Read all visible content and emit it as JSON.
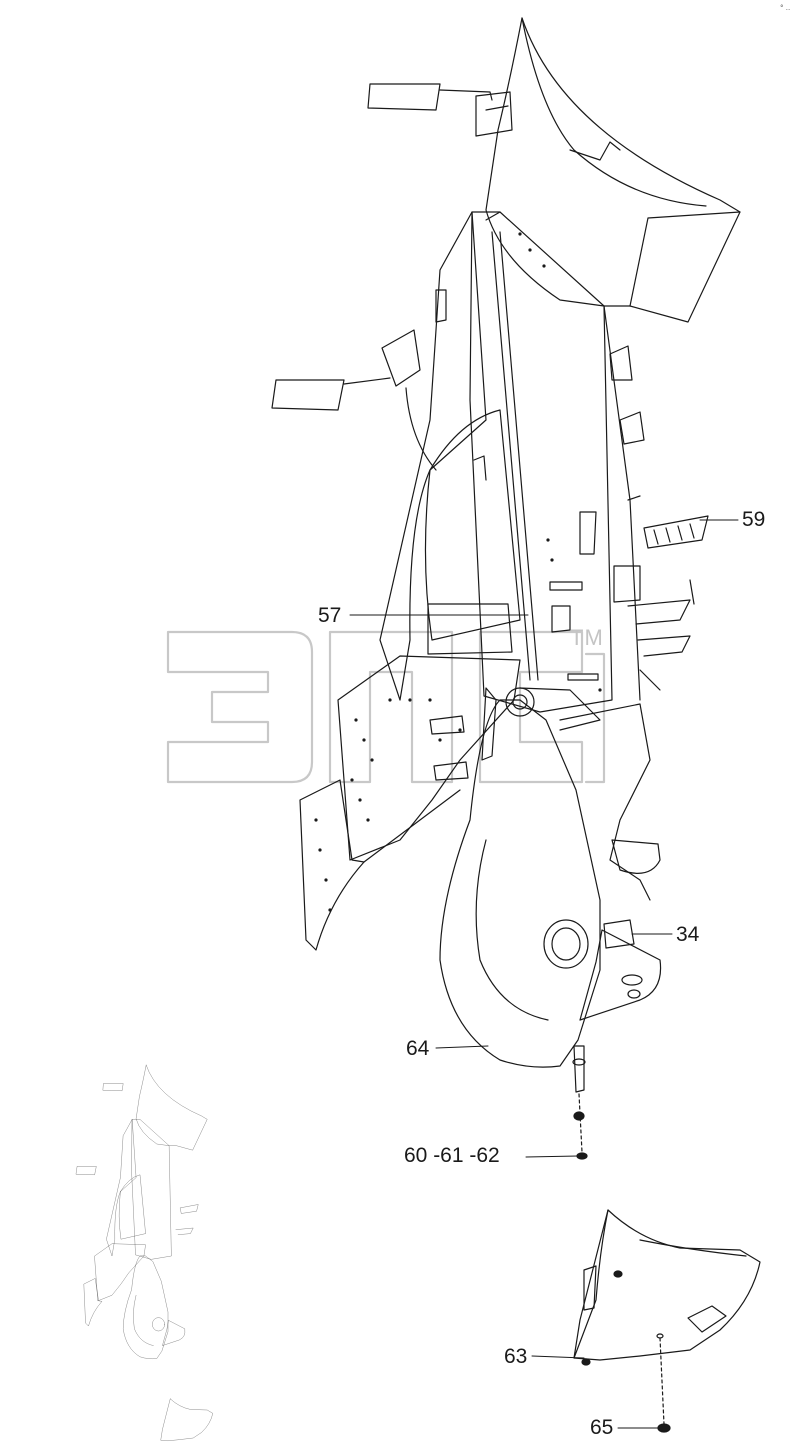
{
  "callouts": {
    "c59": "59",
    "c57": "57",
    "c34": "34",
    "c64": "64",
    "c60_62": "60 -61 -62",
    "c63": "63",
    "c65": "65"
  },
  "watermark": {
    "mark": "TM"
  },
  "corner": "° ..",
  "colors": {
    "line": "#1a1a1a",
    "fill": "#ffffff",
    "watermark": "#c8c8c8"
  }
}
